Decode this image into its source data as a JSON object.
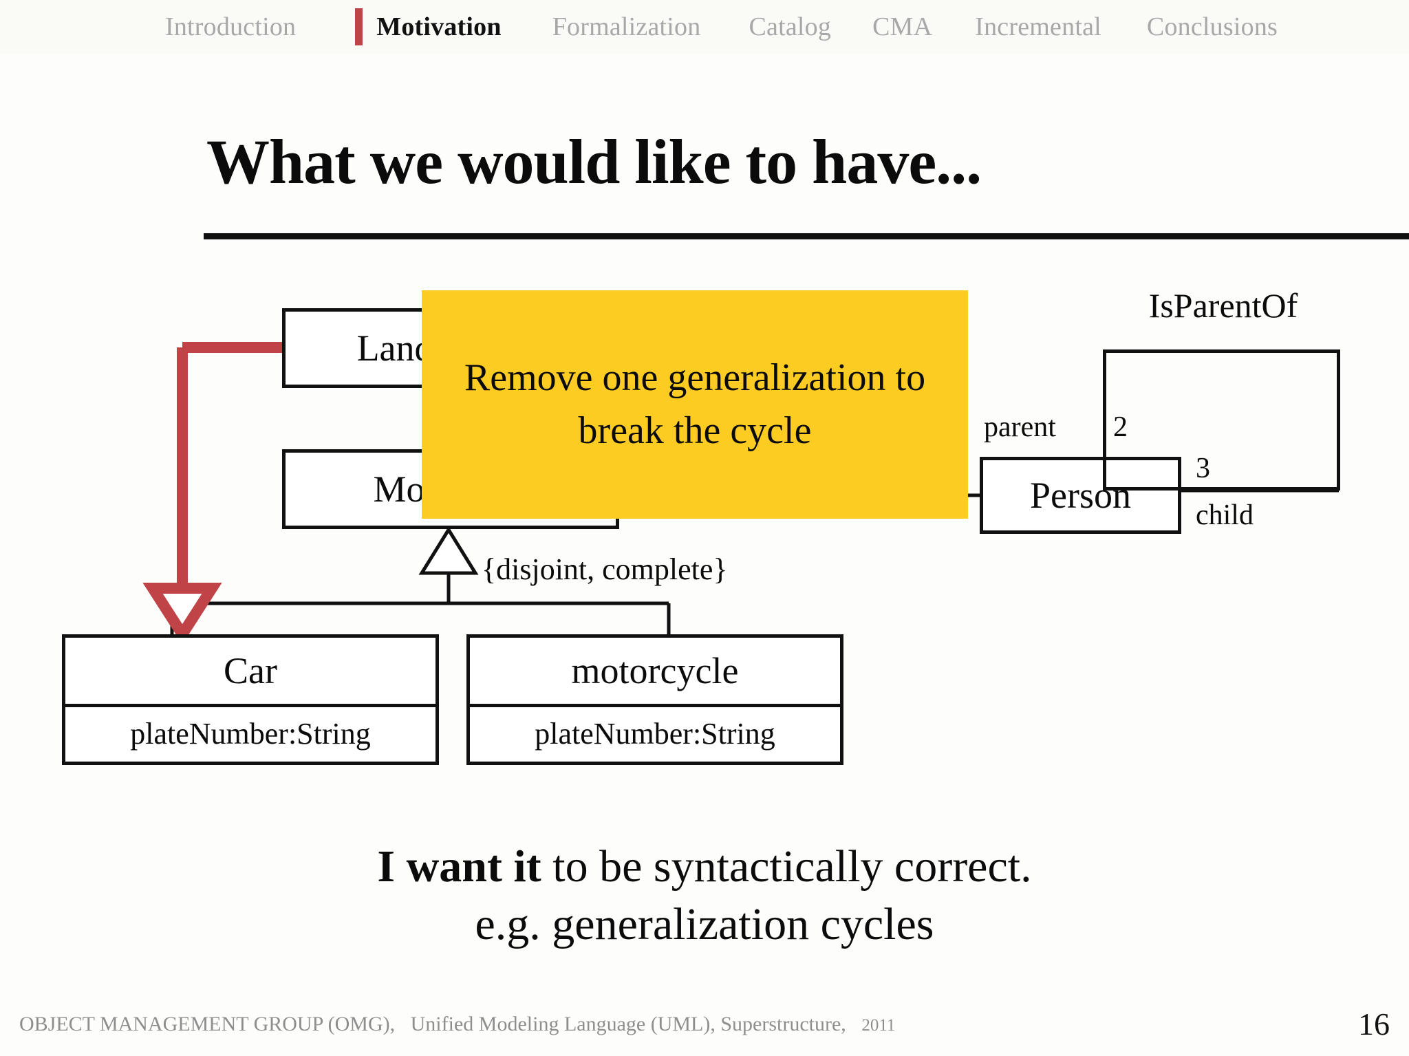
{
  "nav": {
    "items": [
      {
        "label": "Introduction",
        "active": false
      },
      {
        "label": "Motivation",
        "active": true
      },
      {
        "label": "Formalization",
        "active": false
      },
      {
        "label": "Catalog",
        "active": false
      },
      {
        "label": "CMA",
        "active": false
      },
      {
        "label": "Incremental",
        "active": false
      },
      {
        "label": "Conclusions",
        "active": false
      }
    ],
    "marker_color": "#bf4347",
    "inactive_color": "#a8a8a8",
    "active_color": "#111111"
  },
  "slide": {
    "title": "What we would like to have...",
    "page_number": "16"
  },
  "callout": {
    "text": "Remove one generalization to break the cycle",
    "background": "#fdcc22"
  },
  "diagram": {
    "classes": [
      {
        "name": "LandVehicle",
        "attribute": null
      },
      {
        "name": "Motorized",
        "attribute": null
      },
      {
        "name": "Person",
        "attribute": null
      },
      {
        "name": "Car",
        "attribute": "plateNumber:String"
      },
      {
        "name": "motorcycle",
        "attribute": "plateNumber:String"
      }
    ],
    "association": {
      "name": "IsParentOf",
      "end_parent_role": "parent",
      "end_parent_multiplicity": "2",
      "end_child_role": "child",
      "end_child_multiplicity": "3"
    },
    "generalization_constraint": "{disjoint, complete}",
    "highlight_arrow_color": "#bf4347",
    "line_color": "#111111"
  },
  "statement": {
    "lead": "I want it",
    "rest": " to be syntactically correct.",
    "second_line": "e.g. generalization cycles"
  },
  "footer": {
    "source_org": "OBJECT MANAGEMENT GROUP (OMG),",
    "source_title": "Unified Modeling Language (UML), Superstructure,",
    "source_year": "2011"
  }
}
